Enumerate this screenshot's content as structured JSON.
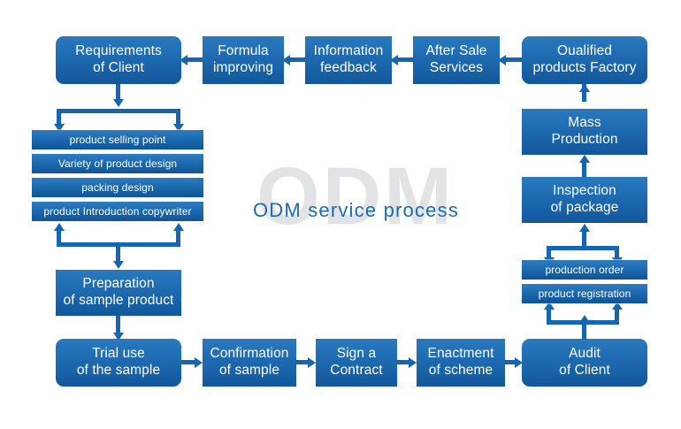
{
  "diagram": {
    "watermark": "ODM",
    "title": "ODM service process",
    "accent_color": "#1565b0",
    "box_color_top": "#2a79bd",
    "box_color_bottom": "#12579b",
    "watermark_color": "#e2e3e4",
    "title_color": "#1a6bb3",
    "background": "#ffffff"
  },
  "top_row": [
    {
      "id": "requirements-of-client",
      "line1": "Requirements",
      "line2": "of Client"
    },
    {
      "id": "formula-improving",
      "line1": "Formula",
      "line2": "improving"
    },
    {
      "id": "information-feedback",
      "line1": "Information",
      "line2": "feedback"
    },
    {
      "id": "after-sale-services",
      "line1": "After Sale",
      "line2": "Services"
    },
    {
      "id": "qualified-products-factory",
      "line1": "Oualified",
      "line2": "products Factory"
    }
  ],
  "left_list": [
    {
      "id": "product-selling-point",
      "label": "product selling point"
    },
    {
      "id": "variety-of-product-design",
      "label": "Variety of product design"
    },
    {
      "id": "packing-design",
      "label": "packing design"
    },
    {
      "id": "product-introduction-copywriter",
      "label": "product Introduction copywriter"
    }
  ],
  "right_column": [
    {
      "id": "mass-production",
      "line1": "Mass",
      "line2": "Production"
    },
    {
      "id": "inspection-of-package",
      "line1": "Inspection",
      "line2": "of package"
    }
  ],
  "right_list": [
    {
      "id": "production-order",
      "label": "production order"
    },
    {
      "id": "product-registration",
      "label": "product registration"
    }
  ],
  "bottom_row": [
    {
      "id": "preparation-of-sample-product",
      "line1": "Preparation",
      "line2": "of sample product"
    },
    {
      "id": "trial-use-of-the-sample",
      "line1": "Trial use",
      "line2": "of the sample"
    },
    {
      "id": "confirmation-of-sample",
      "line1": "Confirmation",
      "line2": "of sample"
    },
    {
      "id": "sign-a-contract",
      "line1": "Sign a",
      "line2": "Contract"
    },
    {
      "id": "enactment-of-scheme",
      "line1": "Enactment",
      "line2": "of scheme"
    },
    {
      "id": "audit-of-client",
      "line1": "Audit",
      "line2": "of Client"
    }
  ]
}
